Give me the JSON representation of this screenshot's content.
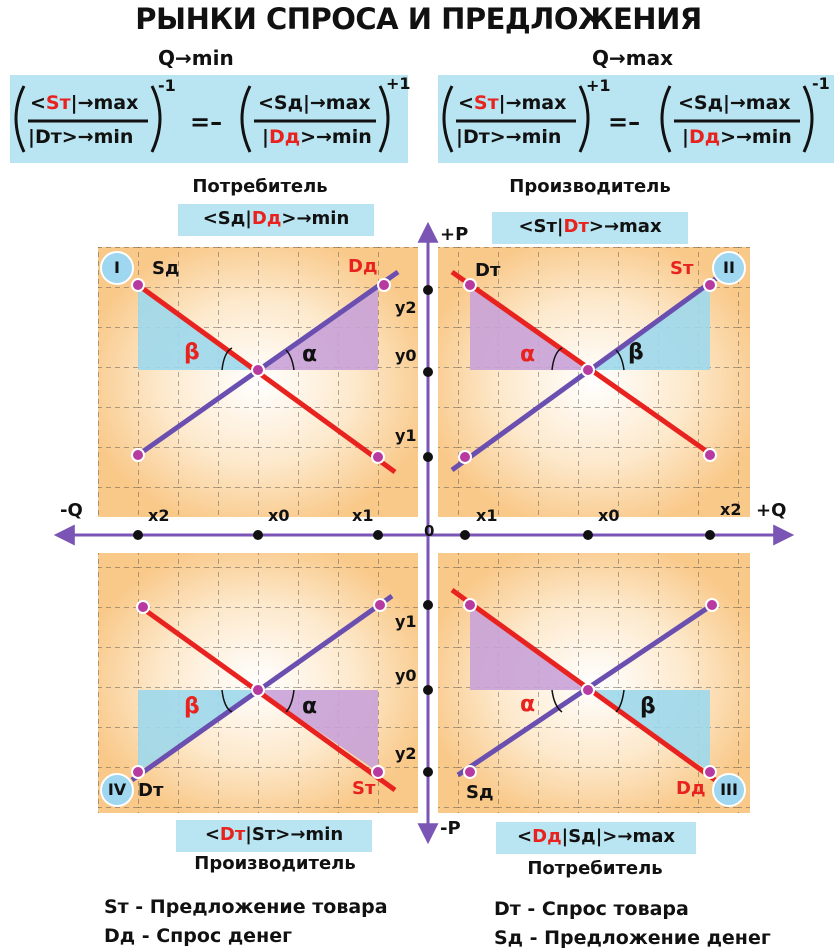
{
  "title": "РЫНКИ СПРОСА И ПРЕДЛОЖЕНИЯ",
  "top_left": {
    "q_label": "Q→min",
    "lhs_num_pre": "<",
    "lhs_num_hl": "Sт",
    "lhs_num_post": "|→max",
    "lhs_den": "|Dт>→min",
    "lhs_exp": "-1",
    "equals": "=–",
    "rhs_num": "<Sд|→max",
    "rhs_den_pre": "|",
    "rhs_den_hl": "Dд",
    "rhs_den_post": ">→min",
    "rhs_exp": "+1"
  },
  "top_right": {
    "q_label": "Q→max",
    "lhs_num_pre": "<",
    "lhs_num_hl": "Sт",
    "lhs_num_post": "|→max",
    "lhs_den": "|Dт>→min",
    "lhs_exp": "+1",
    "equals": "=–",
    "rhs_num": "<Sд|→max",
    "rhs_den_pre": "|",
    "rhs_den_hl": "Dд",
    "rhs_den_post": ">→min",
    "rhs_exp": "-1"
  },
  "quadrants": {
    "q1": {
      "numeral": "I",
      "role": "Потребитель",
      "cap_pre": "<Sд|",
      "cap_hl": "Dд",
      "cap_post": ">→min",
      "supply_label": "Sд",
      "demand_label": "Dд"
    },
    "q2": {
      "numeral": "II",
      "role": "Производитель",
      "cap_pre": "<Sт|",
      "cap_hl": "Dт",
      "cap_post": ">→max",
      "supply_label": "Sт",
      "demand_label": "Dт"
    },
    "q3": {
      "numeral": "III",
      "role": "Потребитель",
      "cap_pre": "<",
      "cap_hl": "Dд",
      "cap_post": "|Sд|>→max",
      "supply_label": "Sд",
      "demand_label": "Dд"
    },
    "q4": {
      "numeral": "IV",
      "role": "Производитель",
      "cap_pre": "<",
      "cap_hl": "Dт",
      "cap_post": "|Sт>→min",
      "supply_label": "Sт",
      "demand_label": "Dт"
    }
  },
  "axes": {
    "plus_p": "+P",
    "minus_p": "-P",
    "plus_q": "+Q",
    "minus_q": "-Q",
    "origin": "0",
    "x_left": [
      "x2",
      "x0",
      "x1"
    ],
    "x_right": [
      "x1",
      "x0",
      "x2"
    ],
    "y_top": [
      "y2",
      "y0",
      "y1"
    ],
    "y_bottom": [
      "y1",
      "y0",
      "y2"
    ]
  },
  "angles": {
    "alpha": "α",
    "beta": "β"
  },
  "legend": {
    "st": "Sт - Предложение  товара",
    "dd": "Dд - Спрос денег",
    "dt": "Dт - Спрос товара",
    "sd": "Sд  - Предложение денег"
  },
  "colors": {
    "supply_line": "#e8231f",
    "demand_line": "#6a4fb0",
    "panel": "#f9c98a",
    "triangle_blue": "#9dd8ec",
    "triangle_purple": "#c9a2d8",
    "axis": "#7a55b5",
    "roman_badge": "#9fd6f0"
  }
}
